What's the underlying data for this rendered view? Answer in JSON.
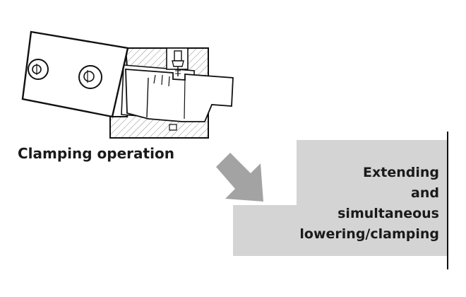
{
  "caption": "Clamping operation",
  "step": {
    "lines": [
      "Extending",
      "and",
      "simultaneous",
      "lowering/clamping"
    ]
  },
  "colors": {
    "panel": "#d4d4d4",
    "arrow": "#a3a3a3",
    "line": "#111111",
    "hatch": "#8a8a8a"
  },
  "icons": {
    "arrow": "down-right-arrow-icon",
    "clamp": "swing-clamp-drawing"
  }
}
